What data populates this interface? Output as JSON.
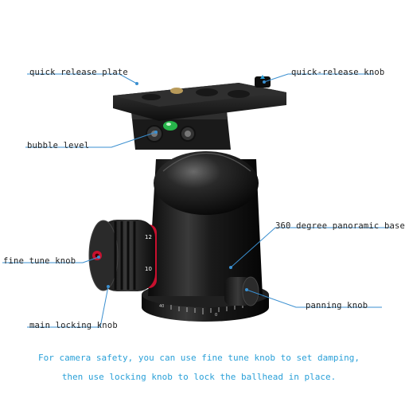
{
  "labels": {
    "quick_release_plate": "quick release plate",
    "quick_release_knob": "quick-release knob",
    "bubble_level": "bubble level",
    "panoramic_base": "360 degree panoramic base",
    "fine_tune_knob": "fine tune knob",
    "panning_knob": "panning knob",
    "main_locking_knob": "main locking knob"
  },
  "note": {
    "line1": "For camera safety, you can use fine tune knob to set damping,",
    "line2": "then use locking knob to lock the ballhead in place."
  },
  "colors": {
    "callout_line": "#3a8fd0",
    "note_text": "#2aa0d8",
    "body_black": "#141414",
    "accent_red": "#c8102e",
    "bubble_green": "#27b44a"
  }
}
